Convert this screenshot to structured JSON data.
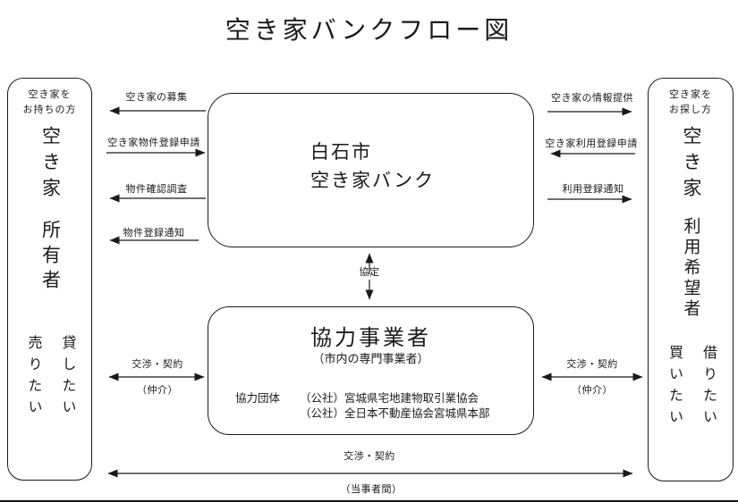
{
  "title": "空き家バンクフロー図",
  "owner_box": {
    "header_line1": "空き家を",
    "header_line2": "お持ちの方",
    "vertical_main": "空き家",
    "vertical_role": "所有者",
    "want_left": "売りたい",
    "want_right": "貸したい"
  },
  "seeker_box": {
    "header_line1": "空き家を",
    "header_line2": "お探し方",
    "vertical_main": "空き家",
    "vertical_role": "利用希望者",
    "want_left": "買いたい",
    "want_right": "借りたい"
  },
  "bank_box": {
    "line1": "白石市",
    "line2": "空き家バンク"
  },
  "partner_box": {
    "title": "協力事業者",
    "subtitle": "（市内の専門事業者）",
    "group_label": "協力団体",
    "org1": "（公社）宮城県宅地建物取引業協会",
    "org2": "（公社）全日本不動産協会宮城県本部"
  },
  "arrows": {
    "left": [
      {
        "label": "空き家の募集",
        "direction": "to-owner"
      },
      {
        "label": "空き家物件登録申請",
        "direction": "to-bank"
      },
      {
        "label": "物件確認調査",
        "direction": "to-owner"
      },
      {
        "label": "物件登録通知",
        "direction": "to-owner"
      }
    ],
    "right": [
      {
        "label": "空き家の情報提供",
        "direction": "to-seeker"
      },
      {
        "label": "空き家利用登録申請",
        "direction": "to-bank"
      },
      {
        "label": "利用登録通知",
        "direction": "to-seeker"
      }
    ],
    "agreement": {
      "label": "協定",
      "direction": "both"
    },
    "bottom_left": {
      "label": "交渉・契約",
      "sublabel": "（仲介）",
      "direction": "both"
    },
    "bottom_right": {
      "label": "交渉・契約",
      "sublabel": "（仲介）",
      "direction": "both"
    },
    "bottom_full": {
      "label": "交渉・契約",
      "sublabel": "（当事者間）",
      "direction": "both"
    }
  },
  "colors": {
    "line": "#1a1a1a",
    "background": "#ffffff"
  }
}
